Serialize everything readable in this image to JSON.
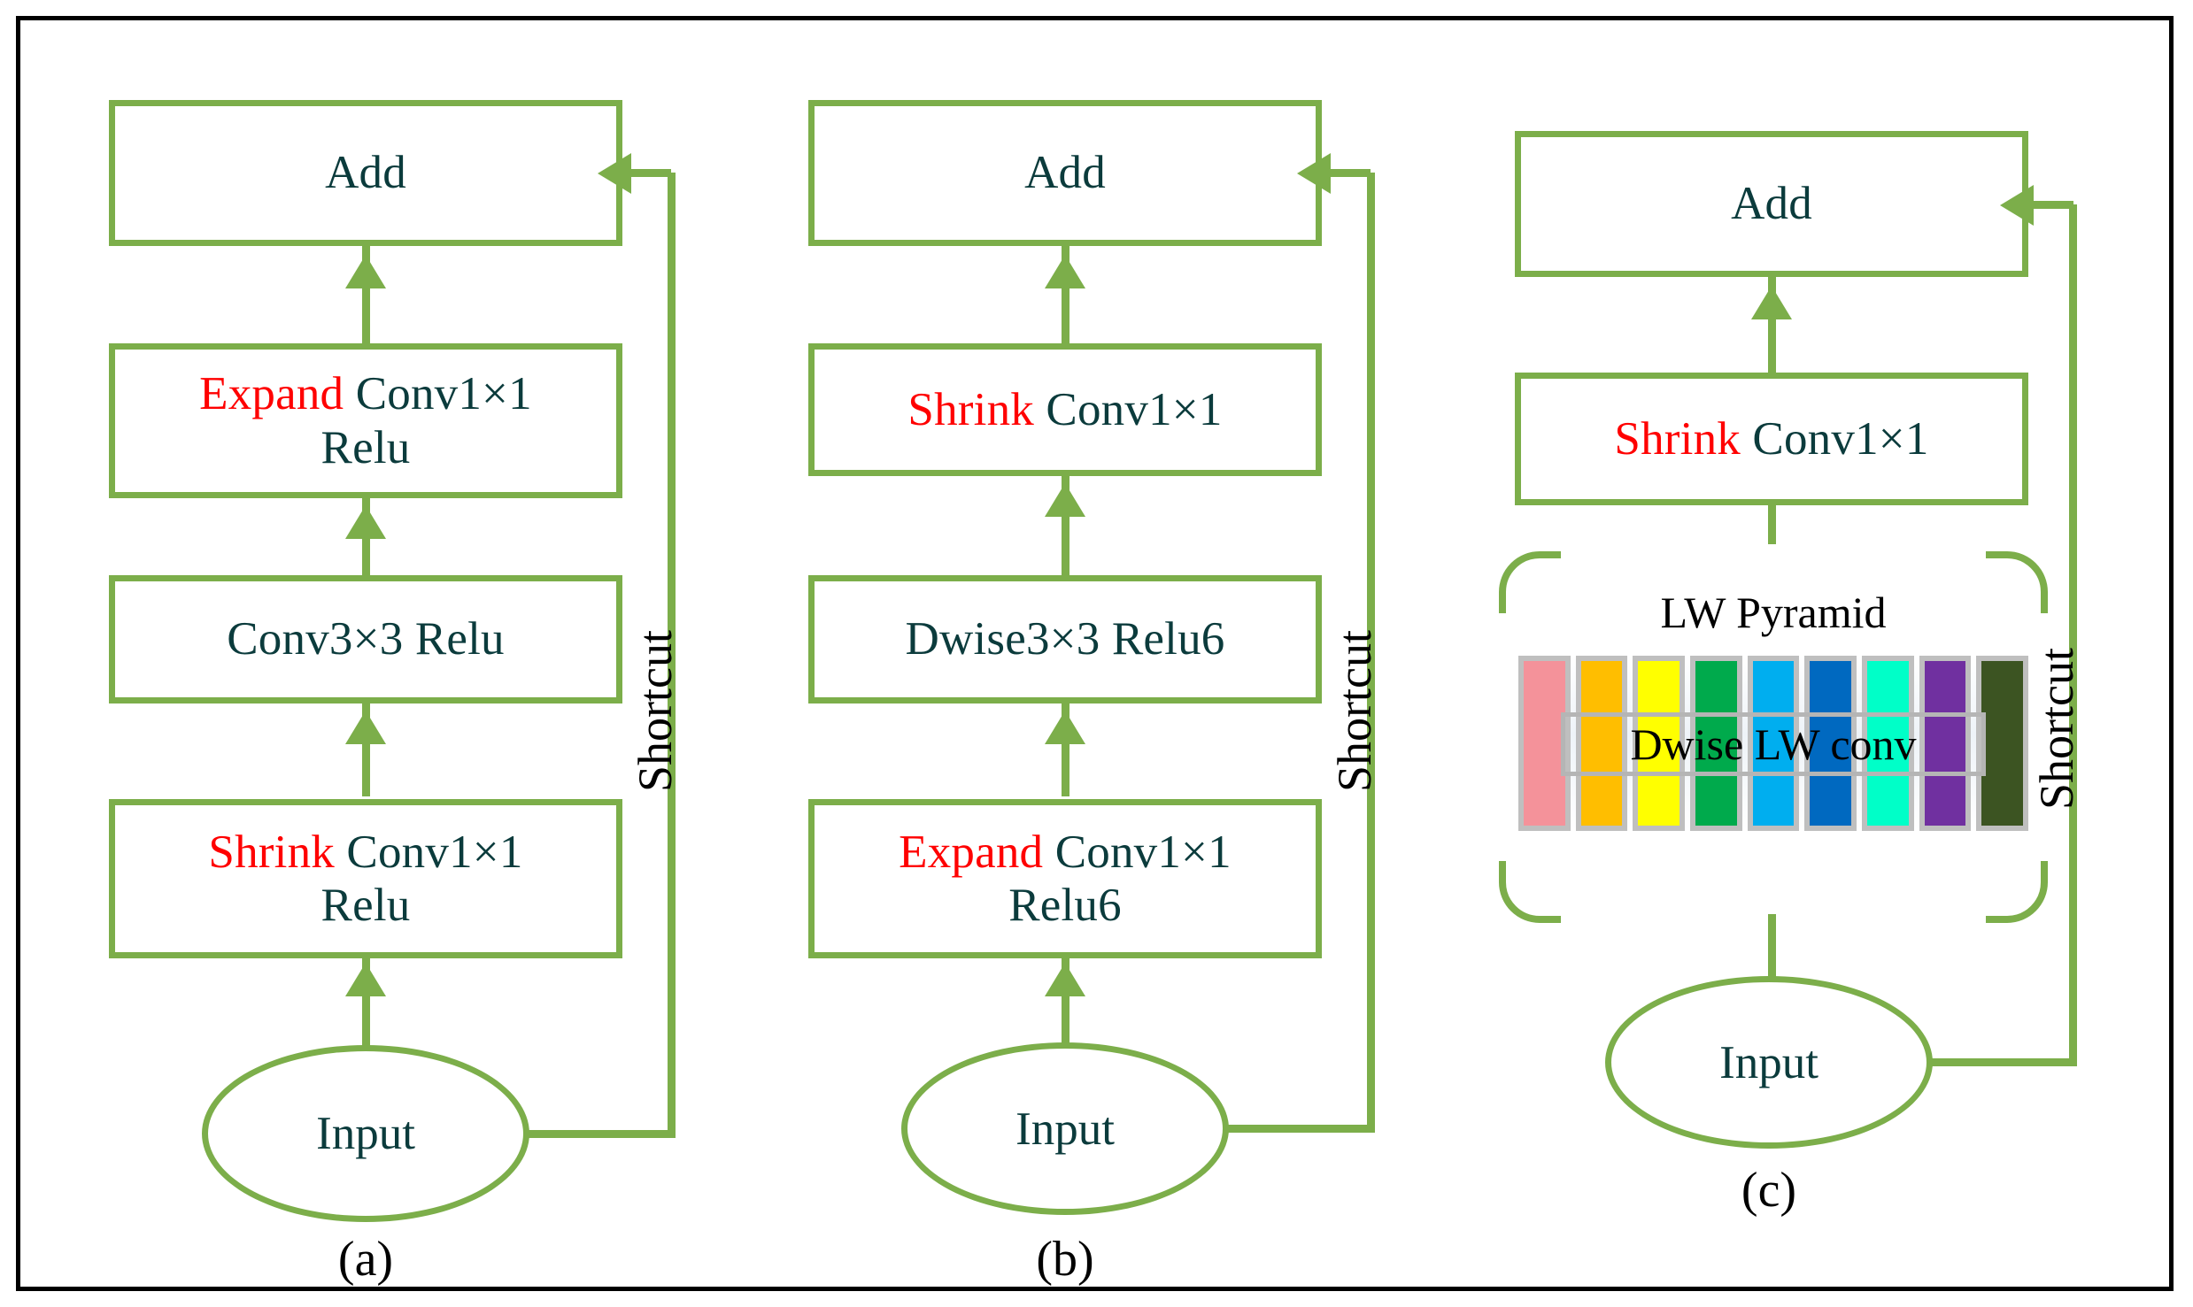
{
  "figure": {
    "border_color": "#000000",
    "accent_color": "#7CAE4A",
    "text_color": "#0B3B3C",
    "highlight_color": "#FF0000"
  },
  "panels": [
    {
      "caption": "(a)",
      "shortcut_label": "Shortcut",
      "nodes": {
        "add": "Add",
        "expand_conv_line1_hl": "Expand",
        "expand_conv_line1_rest": " Conv1×1",
        "expand_conv_line2": "Relu",
        "conv3x3": "Conv3×3 Relu",
        "shrink_conv_line1_hl": "Shrink",
        "shrink_conv_line1_rest": "  Conv1×1",
        "shrink_conv_line2": "Relu",
        "input": "Input"
      }
    },
    {
      "caption": "(b)",
      "shortcut_label": "Shortcut",
      "nodes": {
        "add": "Add",
        "shrink_conv_hl": "Shrink",
        "shrink_conv_rest": " Conv1×1",
        "dwise3x3": "Dwise3×3 Relu6",
        "expand_conv_line1_hl": "Expand",
        "expand_conv_line1_rest": " Conv1×1",
        "expand_conv_line2": "Relu6",
        "input": "Input"
      }
    },
    {
      "caption": "(c)",
      "shortcut_label": "Shortcut",
      "nodes": {
        "add": "Add",
        "shrink_conv_hl": "Shrink",
        "shrink_conv_rest": " Conv1×1",
        "pyramid_title": "LW Pyramid",
        "dwise_lw_conv": "Dwise LW conv",
        "input": "Input"
      },
      "pyramid_bars": [
        {
          "name": "bar-salmon",
          "color": "#F4929A"
        },
        {
          "name": "bar-amber",
          "color": "#FFBE00"
        },
        {
          "name": "bar-yellow",
          "color": "#FFFF00"
        },
        {
          "name": "bar-green",
          "color": "#00AA4C"
        },
        {
          "name": "bar-skyblue",
          "color": "#00AEEF"
        },
        {
          "name": "bar-blue",
          "color": "#0069C0"
        },
        {
          "name": "bar-turquoise",
          "color": "#00FFC8"
        },
        {
          "name": "bar-purple",
          "color": "#7030A0"
        },
        {
          "name": "bar-olive",
          "color": "#3C5422"
        }
      ]
    }
  ]
}
